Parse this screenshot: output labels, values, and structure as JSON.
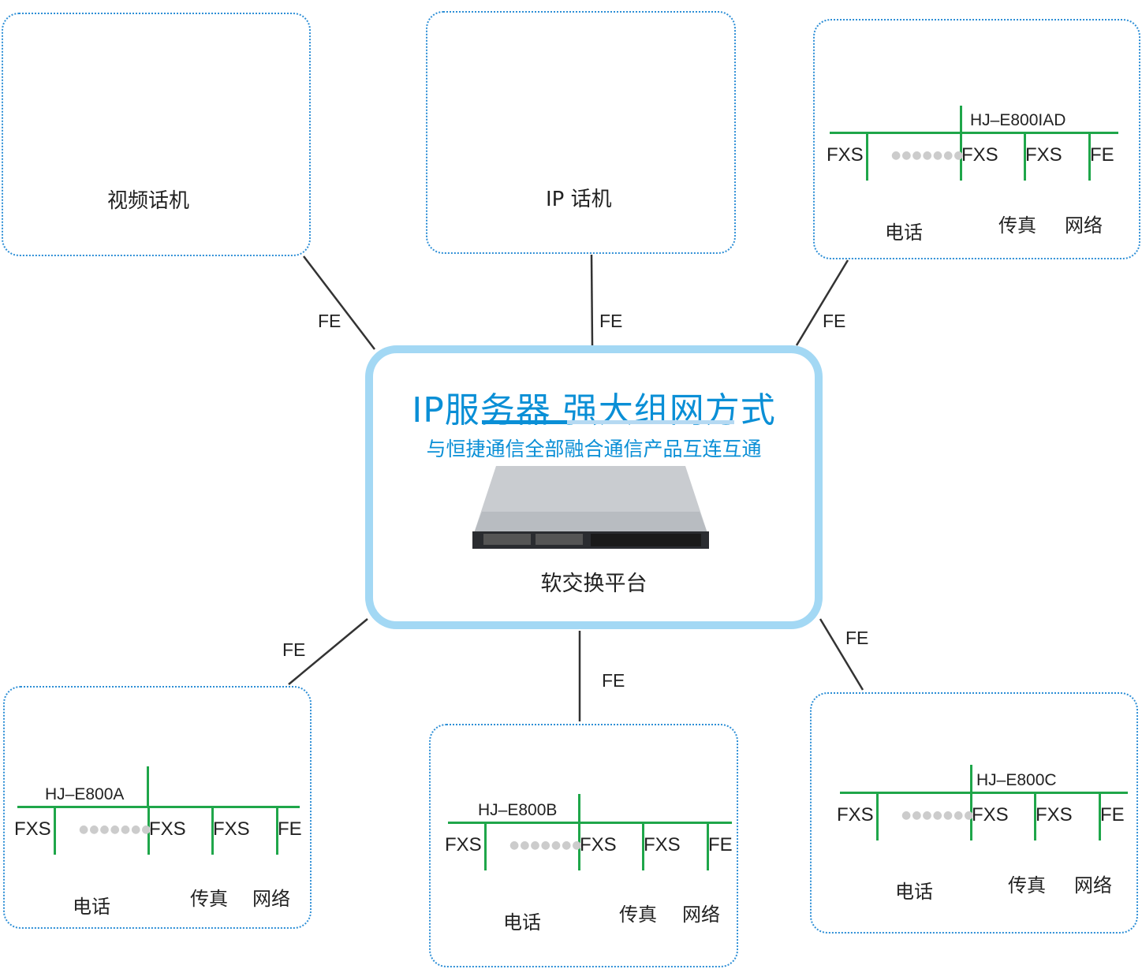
{
  "center": {
    "title": "IP服务器 强大组网方式",
    "subtitle": "与恒捷通信全部融合通信产品互连互通",
    "device_label": "软交换平台",
    "accent_color": "#0a8fd6",
    "border_color": "#a3d8f4"
  },
  "link_label": "FE",
  "terminals": [
    {
      "label": "视频话机",
      "icon": "video-phone-icon"
    },
    {
      "label": "IP 话机",
      "icon": "ip-phone-icon"
    }
  ],
  "gateways": [
    {
      "model": "HJ–E800IAD",
      "icon": "rack-gateway-icon"
    },
    {
      "model": "HJ–E800A",
      "icon": "wall-cabinet-icon"
    },
    {
      "model": "HJ–E800B",
      "icon": "chassis-icon"
    },
    {
      "model": "HJ–E800C",
      "icon": "rack-chassis-icon"
    }
  ],
  "ports": {
    "fxs": "FXS",
    "fe": "FE"
  },
  "endpoints": {
    "phone": "电话",
    "fax": "传真",
    "network": "网络"
  },
  "bus_color": "#1fa64a"
}
